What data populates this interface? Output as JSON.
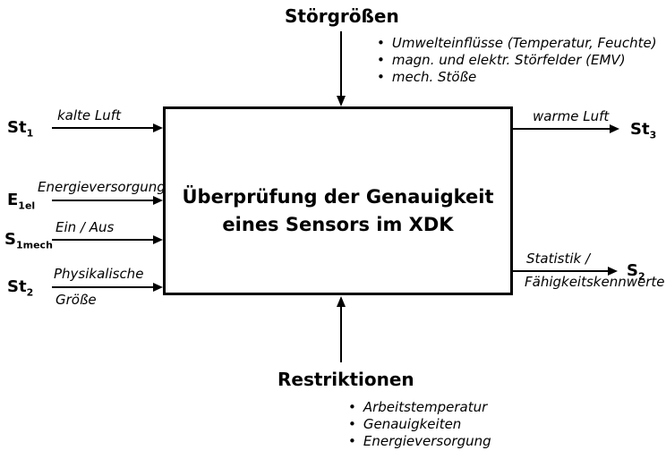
{
  "colors": {
    "line": "#000000",
    "background": "#ffffff",
    "text": "#000000"
  },
  "top_section": {
    "title": "Störgrößen",
    "bullets": [
      "Umwelteinflüsse (Temperatur, Feuchte)",
      "magn. und elektr. Störfelder (EMV)",
      "mech. Stöße"
    ]
  },
  "process_box": {
    "line1": "Überprüfung der Genauigkeit",
    "line2": "eines Sensors im XDK"
  },
  "inputs": [
    {
      "symbol": "St",
      "subscript": "1",
      "label": "kalte Luft"
    },
    {
      "symbol": "E",
      "subscript": "1el",
      "label": "Energieversorgung"
    },
    {
      "symbol": "S",
      "subscript": "1mech",
      "label": "Ein / Aus"
    },
    {
      "symbol": "St",
      "subscript": "2",
      "label": "Physikalische",
      "label2": "Größe"
    }
  ],
  "outputs": [
    {
      "symbol": "St",
      "subscript": "3",
      "label": "warme Luft"
    },
    {
      "symbol": "S",
      "subscript": "2",
      "label": "Statistik /",
      "label2": "Fähigkeitskennwerte"
    }
  ],
  "bottom_section": {
    "title": "Restriktionen",
    "bullets": [
      "Arbeitstemperatur",
      "Genauigkeiten",
      "Energieversorgung"
    ]
  }
}
